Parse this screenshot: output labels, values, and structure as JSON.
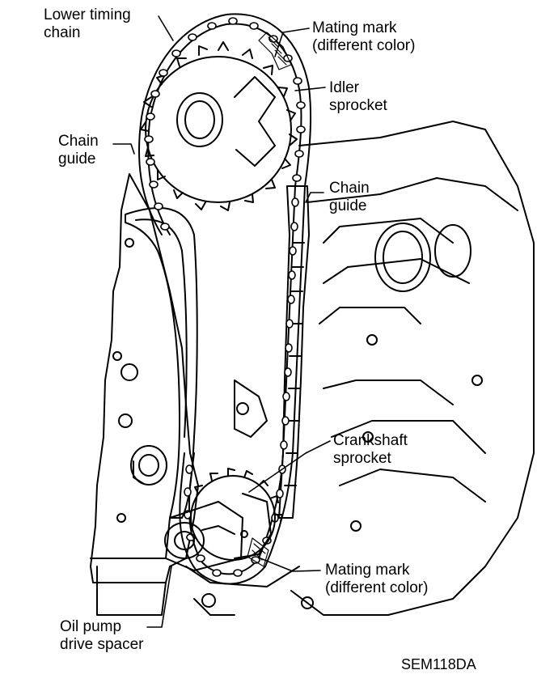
{
  "labels": {
    "lower_timing_chain": [
      "Lower timing",
      "chain"
    ],
    "mating_mark_top": [
      "Mating mark",
      "(different color)"
    ],
    "idler_sprocket": [
      "Idler",
      "sprocket"
    ],
    "chain_guide_left": [
      "Chain",
      "guide"
    ],
    "chain_guide_right": [
      "Chain",
      "guide"
    ],
    "crankshaft_sprocket": [
      "Crankshaft",
      "sprocket"
    ],
    "mating_mark_bottom": [
      "Mating mark",
      "(different color)"
    ],
    "oil_pump_drive_spacer": [
      "Oil pump",
      "drive spacer"
    ]
  },
  "figure_code": "SEM118DA"
}
